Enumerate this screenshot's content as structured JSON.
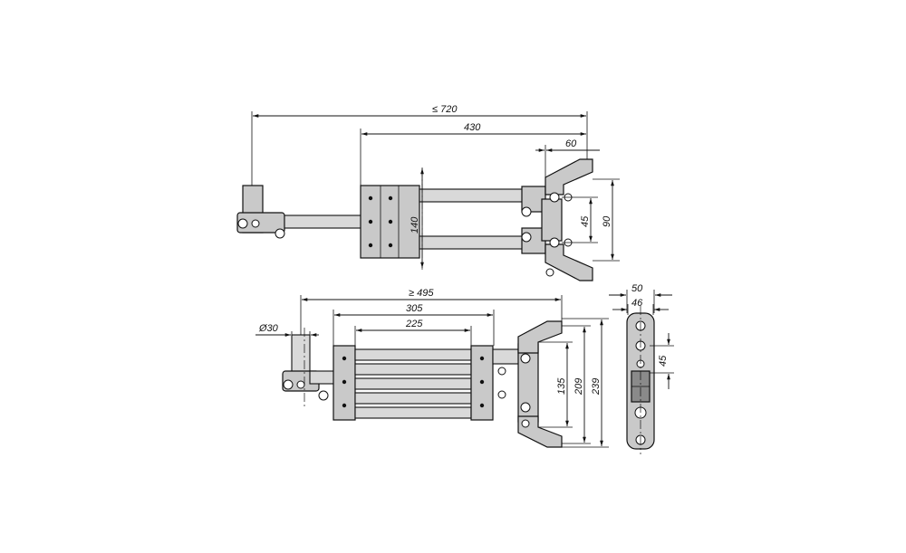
{
  "dimensions": {
    "top_view": {
      "total_length": "≤ 720",
      "arm_length": "430",
      "jaw_length": "60",
      "rod_spacing": "140",
      "inner_jaw": "45",
      "outer_jaw": "90"
    },
    "side_view": {
      "total_length": "≥ 495",
      "body_length": "305",
      "rod_length": "225",
      "bar_diameter": "Ø30",
      "height_inner": "135",
      "height_mid": "209",
      "height_total": "239"
    },
    "end_view": {
      "width_outer": "50",
      "width_inner": "46",
      "slot": "45"
    }
  },
  "colors": {
    "part_fill": "#c9c9c9",
    "line": "#111111",
    "background": "#ffffff"
  }
}
